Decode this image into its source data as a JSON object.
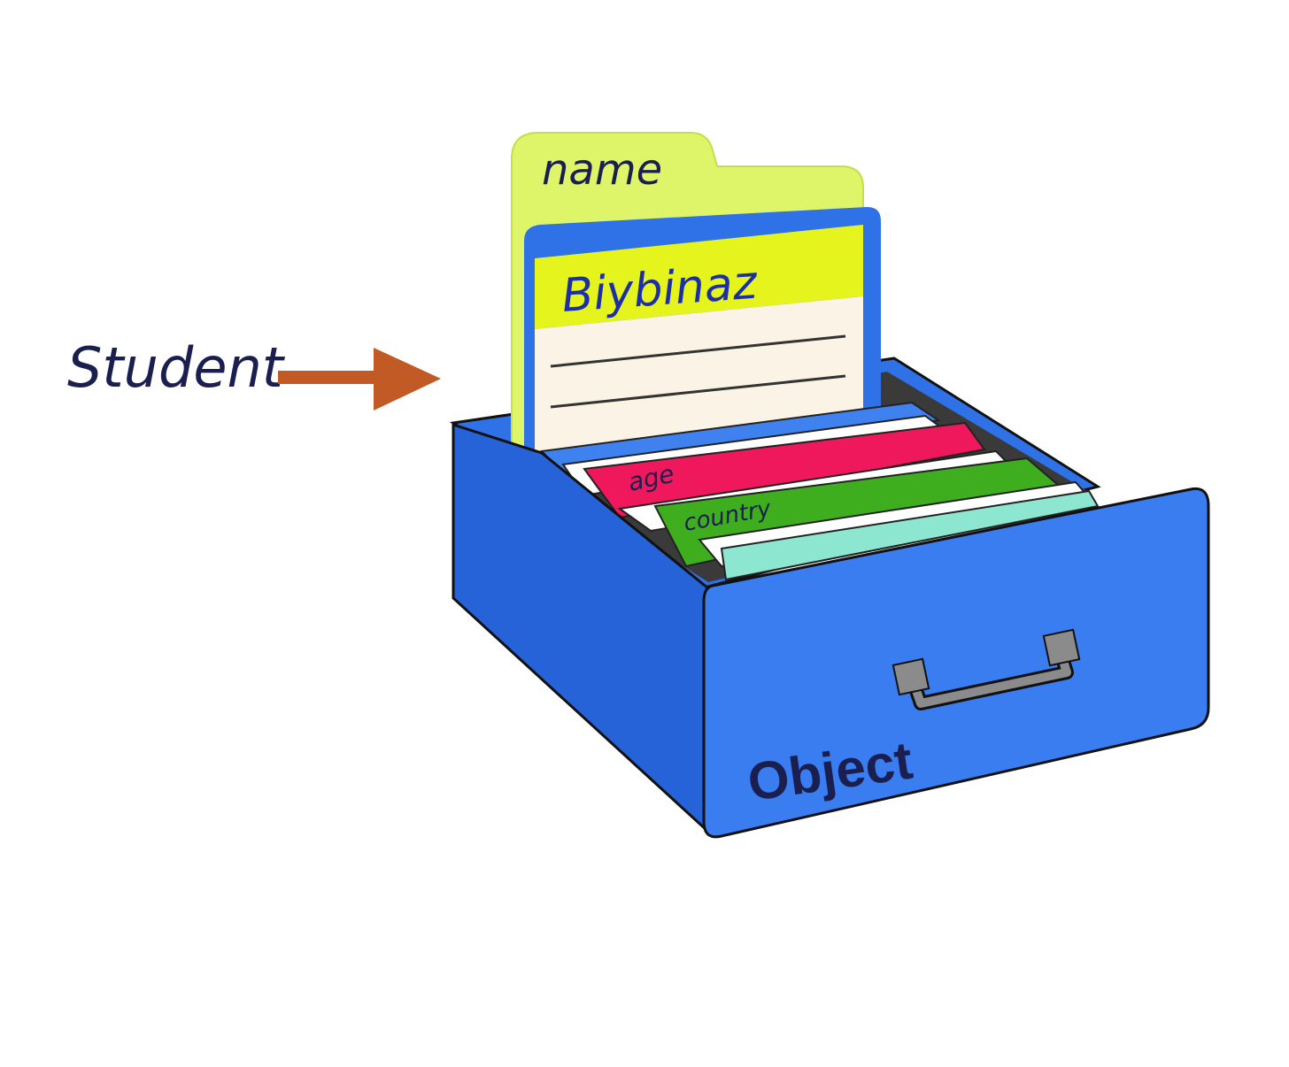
{
  "diagram": {
    "pointer_label": "Student",
    "folder_tab_label": "name",
    "card_value": "Biybinaz",
    "files": [
      {
        "label": "age",
        "color": "#f0185c"
      },
      {
        "label": "country",
        "color": "#3fae1e"
      }
    ],
    "drawer_label": "Object"
  },
  "colors": {
    "drawer": "#2f72e8",
    "drawer_dark": "#1d58c9",
    "folder": "#def56a",
    "card_header": "#e4f41c",
    "card_body": "#fbf3e6",
    "arrow": "#c15a24",
    "text_dark": "#1a1f4f",
    "card_text": "#1c2fa8",
    "mint_file": "#8de6cf",
    "handle": "#8b8b8b"
  }
}
